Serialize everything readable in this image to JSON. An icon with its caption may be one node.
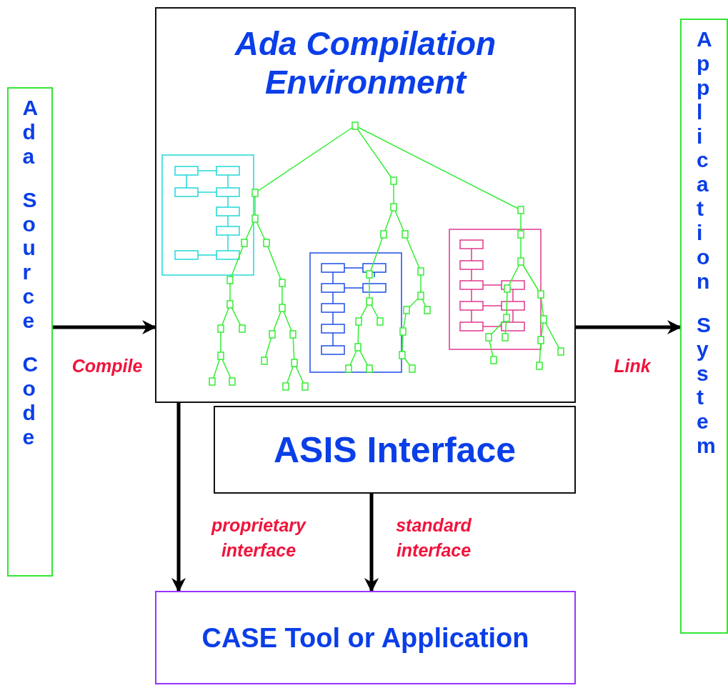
{
  "diagram": {
    "nodes": [
      {
        "text": [
          "Ada Source Code"
        ]
      },
      {
        "text": [
          "Ada Compilation Environment"
        ]
      },
      {
        "text": [
          "ASIS Interface"
        ]
      },
      {
        "text": [
          "CASE Tool or Application"
        ]
      },
      {
        "text": [
          "Application System"
        ]
      }
    ],
    "edges": [
      {
        "from": 0,
        "to": 1,
        "arrow": "to",
        "label": "Compile"
      },
      {
        "from": 1,
        "to": 4,
        "arrow": "to",
        "label": "Link"
      },
      {
        "from": 1,
        "to": 3,
        "arrow": "to",
        "label": "proprietary interface"
      },
      {
        "from": 2,
        "to": 3,
        "arrow": "to",
        "label": "standard interface"
      }
    ]
  }
}
